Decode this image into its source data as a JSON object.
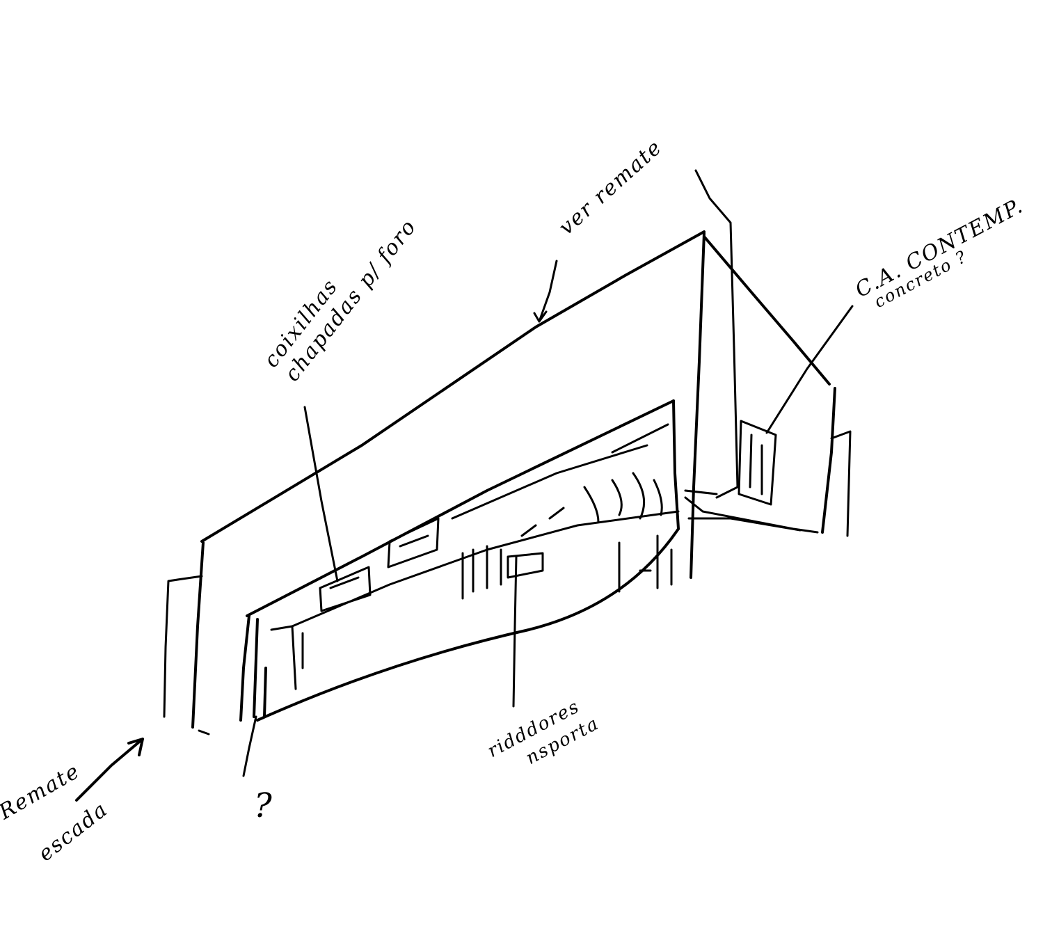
{
  "sketch": {
    "ink_color": "#000000",
    "background": "#ffffff",
    "annotations": {
      "top_left_line1": "coixilhas",
      "top_left_line2": "chapadas p/ foro",
      "top_center": "ver remate",
      "right_line1": "C.A. CONTEMP.",
      "right_line2": "concreto ?",
      "bottom_center_line1": "ridddores",
      "bottom_center_line2": "nsporta",
      "bottom_question": "?",
      "bottom_left_line1": "Remate",
      "bottom_left_line2": "escada"
    }
  }
}
